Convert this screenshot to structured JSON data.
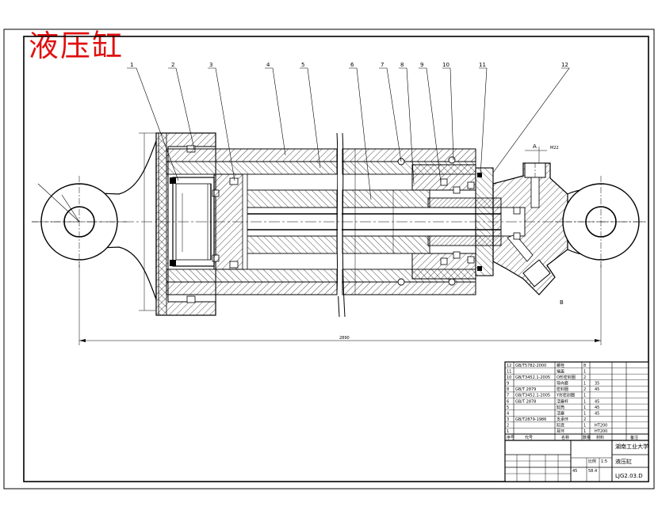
{
  "title": "液压缸",
  "part_numbers": [
    "1",
    "2",
    "3",
    "4",
    "5",
    "6",
    "7",
    "8",
    "9",
    "10",
    "11",
    "12"
  ],
  "dimension_labels": {
    "overall_length": "2890",
    "port_size_top": "M22",
    "section_a": "A",
    "section_b": "B"
  },
  "title_block": {
    "school": "湖南工业大学",
    "drawing_name": "液压缸",
    "drawing_number": "LJG2.03.D",
    "scale_label": "比例",
    "scale": "1:5",
    "weight": "58.4",
    "material_note": "45",
    "parts_list": [
      {
        "no": "12",
        "code": "GB/T5782-2000",
        "name": "螺栓",
        "qty": "8",
        "material": ""
      },
      {
        "no": "11",
        "code": "",
        "name": "端盖",
        "qty": "1",
        "material": ""
      },
      {
        "no": "10",
        "code": "GB/T3452.1-2005",
        "name": "O形密封圈",
        "qty": "2",
        "material": ""
      },
      {
        "no": "9",
        "code": "",
        "name": "导向套",
        "qty": "1",
        "material": "35"
      },
      {
        "no": "8",
        "code": "GB/T 2879",
        "name": "密封圈",
        "qty": "2",
        "material": "45"
      },
      {
        "no": "7",
        "code": "GB/T3452.1-2005",
        "name": "Y形密封圈",
        "qty": "1",
        "material": ""
      },
      {
        "no": "6",
        "code": "GB/T 2878",
        "name": "活塞杆",
        "qty": "1",
        "material": "45"
      },
      {
        "no": "5",
        "code": "",
        "name": "缸筒",
        "qty": "1",
        "material": "45"
      },
      {
        "no": "4",
        "code": "",
        "name": "活塞",
        "qty": "1",
        "material": "45"
      },
      {
        "no": "3",
        "code": "GB/T2879-1986",
        "name": "支承环",
        "qty": "2",
        "material": ""
      },
      {
        "no": "2",
        "code": "",
        "name": "缸底",
        "qty": "1",
        "material": "HT200"
      },
      {
        "no": "1",
        "code": "",
        "name": "耳环",
        "qty": "1",
        "material": "HT200"
      }
    ],
    "header_cols": [
      "序号",
      "代号",
      "名称",
      "数量",
      "材料",
      "备注"
    ]
  }
}
